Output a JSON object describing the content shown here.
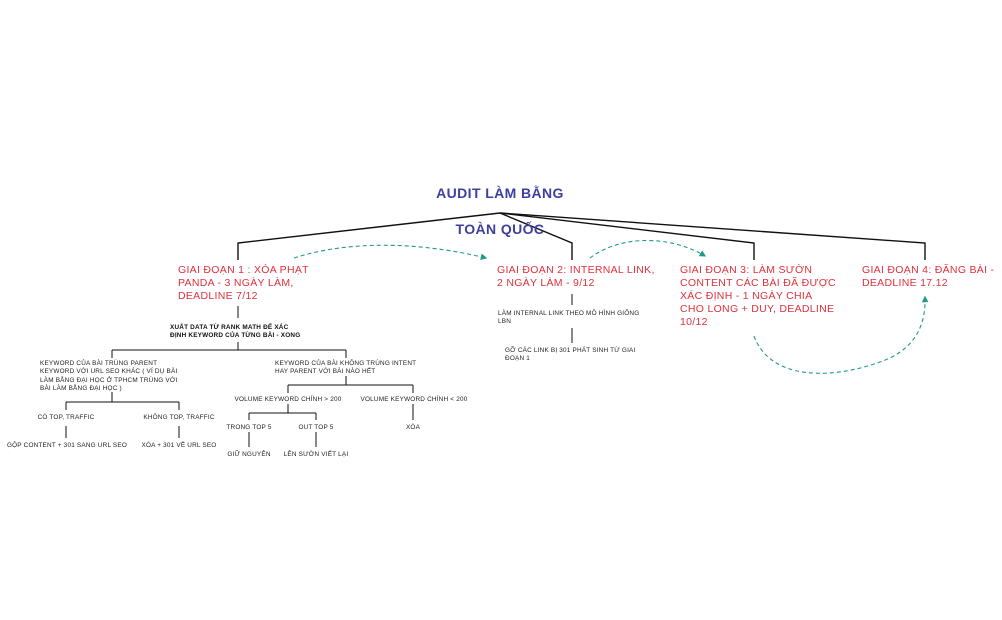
{
  "root": {
    "line1": "AUDIT LÀM BẰNG",
    "line2": "TOÀN QUỐC"
  },
  "phases": [
    {
      "label": "GIAI ĐOẠN 1 : XÓA PHẠT\nPANDA - 3 NGÀY LÀM,\nDEADLINE 7/12"
    },
    {
      "label": "GIAI ĐOẠN 2: INTERNAL LINK,\n2 NGÀY LÀM - 9/12"
    },
    {
      "label": "GIAI ĐOẠN 3: LÀM SƯỜN\nCONTENT CÁC BÀI ĐÃ ĐƯỢC\nXÁC ĐỊNH - 1 NGÀY CHIA\nCHO LONG + DUY, DEADLINE\n10/12"
    },
    {
      "label": "GIAI ĐOẠN 4: ĐĂNG BÀI -\nDEADLINE 17.12"
    }
  ],
  "phase1": {
    "export": "XUẤT DATA TỪ RANK MATH ĐỂ XÁC\nĐỊNH KEYWORD CỦA TỪNG BÀI - XONG",
    "left": {
      "label": "KEYWORD CỦA BÀI TRÙNG PARENT\nKEYWORD VỚI URL SEO KHÁC ( VÍ DỤ BÀI\nLÀM BẰNG ĐẠI HỌC Ở TPHCM TRÙNG VỚI\nBÀI LÀM BẰNG ĐẠI HỌC )",
      "has_top": "CÓ TOP, TRAFFIC",
      "has_top_action": "GỘP CONTENT + 301 SANG URL SEO",
      "no_top": "KHÔNG TOP, TRAFFIC",
      "no_top_action": "XÓA + 301 VỀ URL SEO"
    },
    "right": {
      "label": "KEYWORD CỦA BÀI KHÔNG TRÙNG INTENT\nHAY PARENT VỚI BÀI NÀO HẾT",
      "vol_high": "VOLUME KEYWORD CHÍNH > 200",
      "in_top5": "TRONG TOP 5",
      "keep": "GIỮ NGUYÊN",
      "out_top5": "OUT TOP 5",
      "rewrite": "LÊN SƯỜN VIẾT LẠI",
      "vol_low": "VOLUME KEYWORD CHÍNH < 200",
      "delete": "XÓA"
    }
  },
  "phase2": {
    "step1": "LÀM INTERNAL LINK THEO MÔ HÌNH GIỐNG\nLBN",
    "step2": "GỠ CÁC LINK BỊ 301 PHÁT SINH TỪ GIAI\nĐOẠN 1"
  },
  "colors": {
    "root": "#3d3fa0",
    "phase": "#e2303c",
    "line": "#111111",
    "dashed_arrow": "#1f9a86"
  }
}
